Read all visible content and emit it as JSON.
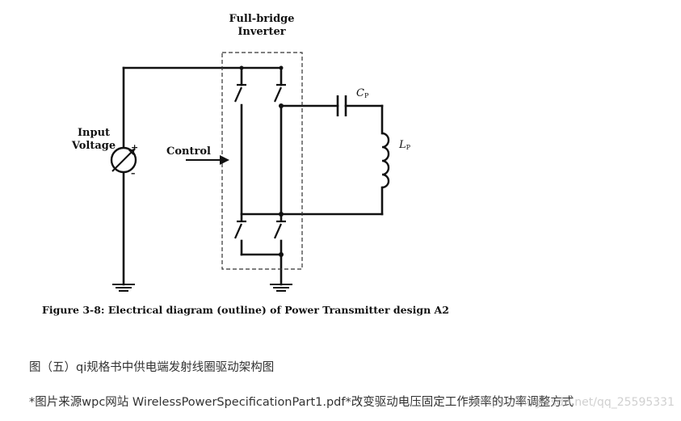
{
  "diagram": {
    "inverter_label_line1": "Full-bridge",
    "inverter_label_line2": "Inverter",
    "input_label_line1": "Input",
    "input_label_line2": "Voltage",
    "control_label": "Control",
    "capacitor_label": "C",
    "capacitor_sub": "P",
    "inductor_label": "L",
    "inductor_sub": "P",
    "plus_sign": "+",
    "minus_sign": "–",
    "figure_caption": "Figure 3-8: Electrical diagram (outline) of Power Transmitter design A2"
  },
  "caption": "图（五）qi规格书中供电端发射线圈驱动架构图",
  "source_note": "*图片来源wpc网站 WirelessPowerSpecificationPart1.pdf*改变驱动电压固定工作频率的功率调整方式",
  "watermark": "https://blog.csdn.net/qq_25595331"
}
